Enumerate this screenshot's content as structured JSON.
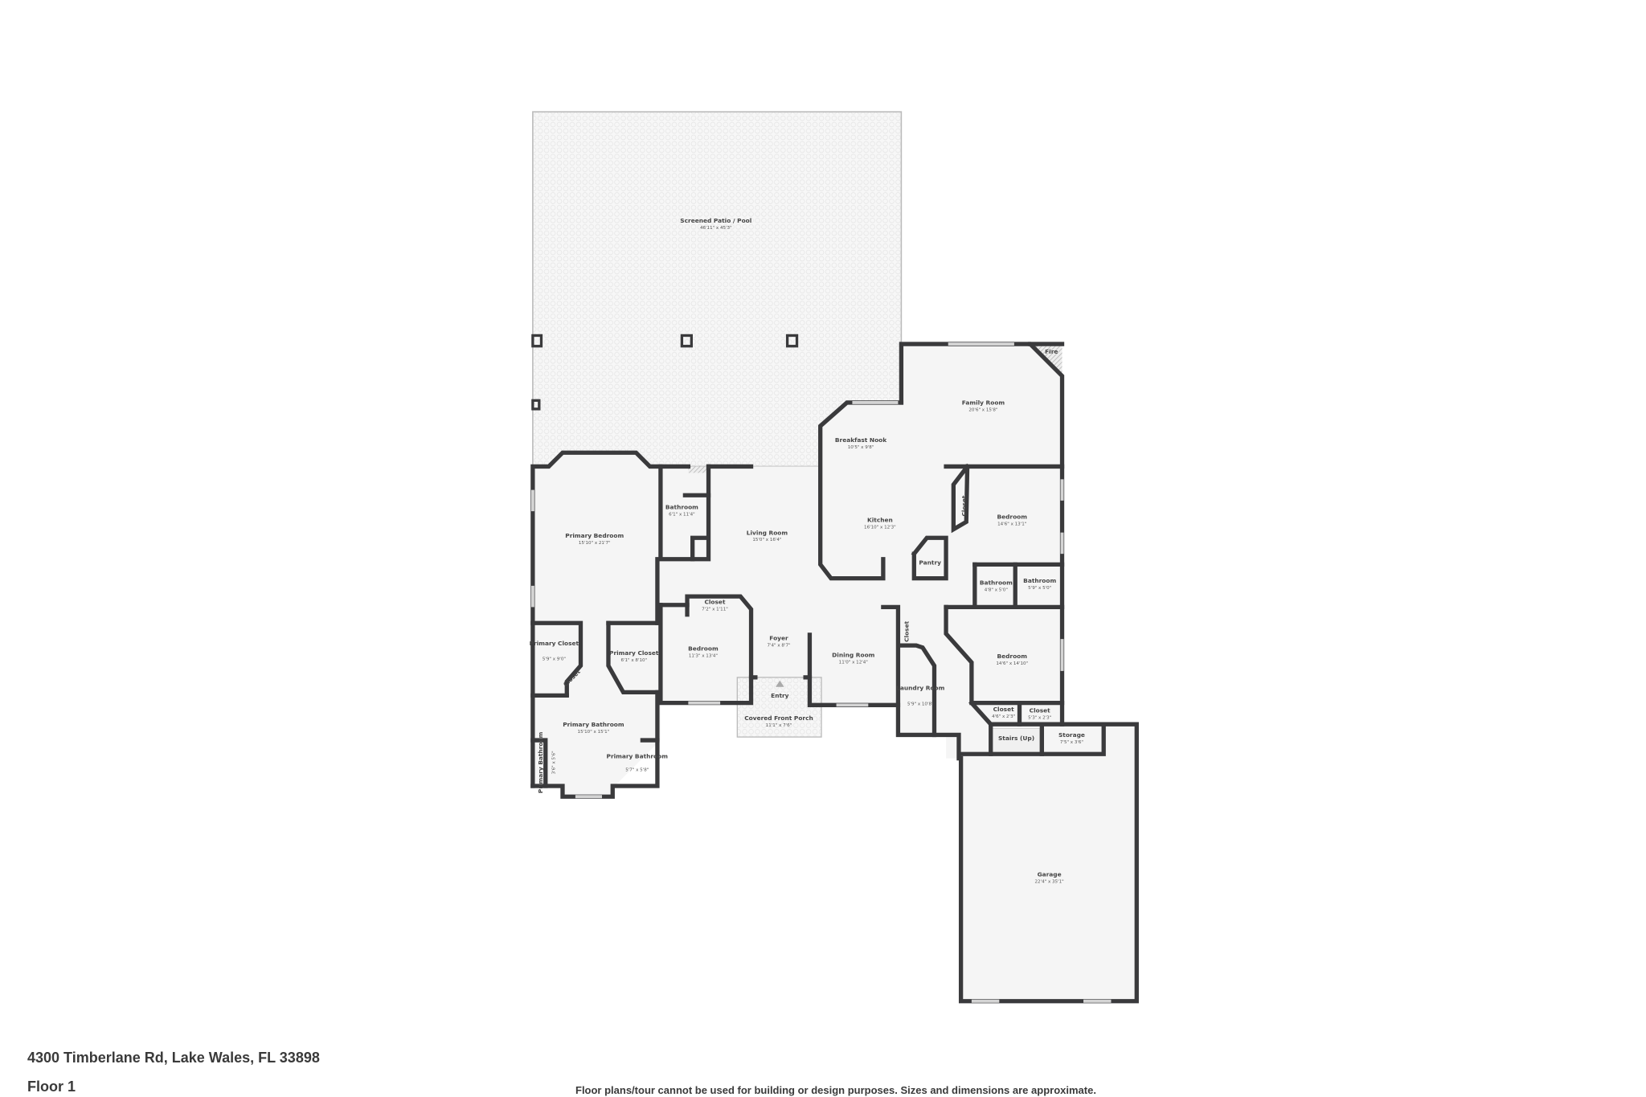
{
  "colors": {
    "wall": "#3a3a3c",
    "floor": "#f5f5f5",
    "background": "#ffffff"
  },
  "rooms": [
    {
      "name": "Screened Patio / Pool",
      "dim": "46'11\" x 45'3\""
    },
    {
      "name": "Family Room",
      "dim": "20'6\" x 15'8\""
    },
    {
      "name": "Fire"
    },
    {
      "name": "Breakfast Nook",
      "dim": "10'5\" x 9'8\""
    },
    {
      "name": "Kitchen",
      "dim": "16'10\" x 12'3\""
    },
    {
      "name": "Bathroom",
      "dim": "6'1\" x 11'4\""
    },
    {
      "name": "Living Room",
      "dim": "15'0\" x 16'4\""
    },
    {
      "name": "Primary Bedroom",
      "dim": "15'10\" x 21'7\""
    },
    {
      "name": "Bedroom",
      "dim": "14'6\" x 13'1\""
    },
    {
      "name": "Closet"
    },
    {
      "name": "Pantry"
    },
    {
      "name": "Bathroom",
      "dim": "4'8\" x 5'0\""
    },
    {
      "name": "Bathroom",
      "dim": "5'9\" x 5'0\""
    },
    {
      "name": "Closet",
      "dim": "7'2\" x 1'11\""
    },
    {
      "name": "Primary Closet",
      "dim": "5'9\" x 9'0\""
    },
    {
      "name": "Primary Closet",
      "dim": "6'1\" x 8'10\""
    },
    {
      "name": "Closet"
    },
    {
      "name": "Bedroom",
      "dim": "11'3\" x 13'4\""
    },
    {
      "name": "Foyer",
      "dim": "7'4\" x 8'7\""
    },
    {
      "name": "Dining Room",
      "dim": "11'0\" x 12'4\""
    },
    {
      "name": "Closet"
    },
    {
      "name": "Laundry Room",
      "dim": "5'9\" x 10'8\""
    },
    {
      "name": "Bedroom",
      "dim": "14'6\" x 14'10\""
    },
    {
      "name": "Closet",
      "dim": "4'6\" x 2'3\""
    },
    {
      "name": "Closet",
      "dim": "5'3\" x 2'3\""
    },
    {
      "name": "Entry"
    },
    {
      "name": "Covered Front Porch",
      "dim": "11'1\" x 7'6\""
    },
    {
      "name": "Stairs (Up)"
    },
    {
      "name": "Storage",
      "dim": "7'5\" x 3'6\""
    },
    {
      "name": "Primary Bathroom",
      "dim": "15'10\" x 15'1\""
    },
    {
      "name": "Primary Bathroom",
      "dim": "3'6\" x 5'6\""
    },
    {
      "name": "Primary Bathroom",
      "dim": "5'7\" x 5'8\""
    },
    {
      "name": "Garage",
      "dim": "22'4\" x 35'1\""
    }
  ],
  "footer": {
    "address": "4300 Timberlane Rd, Lake Wales, FL 33898",
    "floor": "Floor 1",
    "disclaimer": "Floor plans/tour cannot be used for building or design purposes. Sizes and dimensions are approximate."
  }
}
